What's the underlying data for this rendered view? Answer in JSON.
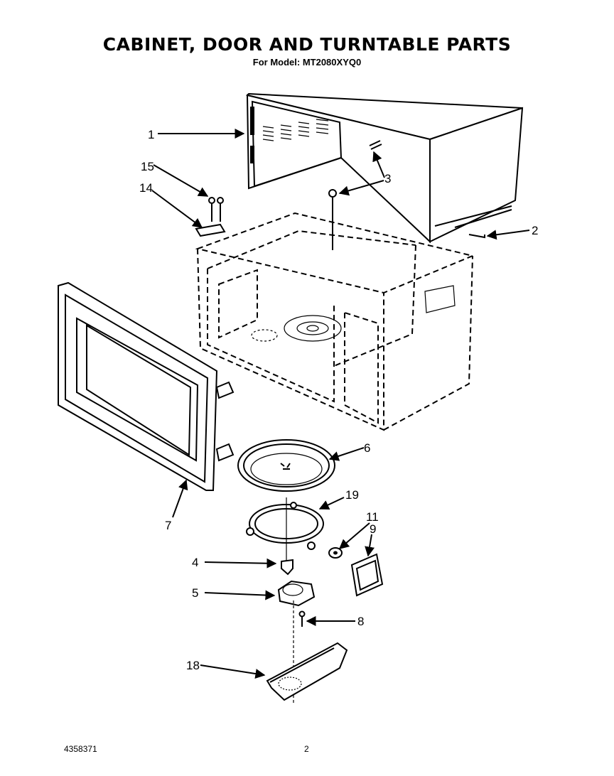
{
  "header": {
    "title": "CABINET, DOOR AND TURNTABLE PARTS",
    "subtitle": "For Model: MT2080XYQ0"
  },
  "callouts": [
    "1",
    "15",
    "14",
    "3",
    "2",
    "6",
    "7",
    "19",
    "11",
    "9",
    "4",
    "5",
    "8",
    "18"
  ],
  "footer": {
    "doc_number": "4358371",
    "page_number": "2"
  }
}
